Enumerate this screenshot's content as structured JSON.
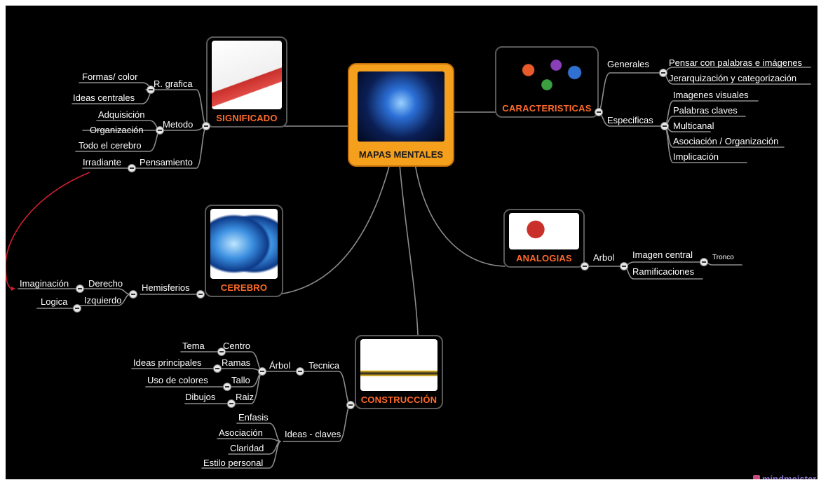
{
  "center": {
    "title": "MAPAS MENTALES"
  },
  "branches": {
    "significado": {
      "title": "SIGNIFICADO",
      "r_grafica": "R. grafica",
      "formas_color": "Formas/ color",
      "ideas_centrales": "Ideas centrales",
      "metodo": "Metodo",
      "adquisicion": "Adquisición",
      "organizacion": "Organización",
      "todo_cerebro": "Todo el cerebro",
      "pensamiento": "Pensamiento",
      "irradiante": "Irradiante"
    },
    "caracteristicas": {
      "title": "CARACTERISTICAS",
      "generales": "Generales",
      "pensar": "Pensar con palabras e imágenes",
      "jerarquizacion": "Jerarquización y categorización",
      "especificas": "Especificas",
      "imagenes_visuales": "Imagenes visuales",
      "palabras_claves": "Palabras claves",
      "multicanal": "Multicanal",
      "asociacion_org": "Asociación / Organización",
      "implicacion": "Implicación"
    },
    "cerebro": {
      "title": "CEREBRO",
      "hemisferios": "Hemisferios",
      "derecho": "Derecho",
      "imaginacion": "Imaginación",
      "izquierdo": "Izquierdo",
      "logica": "Logica"
    },
    "analogias": {
      "title": "ANALOGIAS",
      "arbol": "Arbol",
      "imagen_central": "Imagen central",
      "tronco": "Tronco",
      "ramificaciones": "Ramificaciones"
    },
    "construccion": {
      "title": "CONSTRUCCIÓN",
      "tecnica": "Tecnica",
      "arbol": "Árbol",
      "centro": "Centro",
      "tema": "Tema",
      "ramas": "Ramas",
      "ideas_principales": "Ideas principales",
      "tallo": "Tallo",
      "uso_colores": "Uso  de  colores",
      "raiz": "Raiz",
      "dibujos": "Dibujos",
      "ideas_claves": "Ideas - claves",
      "enfasis": "Enfasis",
      "asociacion": "Asociación",
      "claridad": "Claridad",
      "estilo_personal": "Estilo personal"
    }
  },
  "brand": "mindmeister",
  "colors": {
    "background": "#000000",
    "center_fill": "#f5a01d",
    "caption": "#ff6a2a",
    "connector": "#8c8c8c",
    "relation": "#d21f2f"
  }
}
